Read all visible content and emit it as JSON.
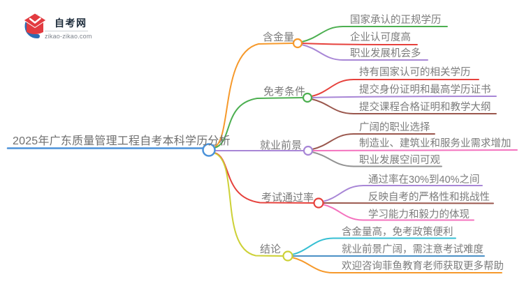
{
  "logo": {
    "title": "自考网",
    "url": "zikao-zikao.com",
    "icon": "graduation-cap-icon",
    "icon_blue": "#2a6db4",
    "icon_red": "#e23b40"
  },
  "root": {
    "label": "2025年广东质量管理工程自考本科学历分析",
    "color": "#4b92d9"
  },
  "branches": [
    {
      "label": "含金量",
      "color": "#f6992b",
      "children": [
        {
          "label": "国家承认的正规学历",
          "color": "#4caf50"
        },
        {
          "label": "企业认可度高",
          "color": "#e6413c"
        },
        {
          "label": "职业发展机会多",
          "color": "#a886d6"
        }
      ]
    },
    {
      "label": "免考条件",
      "color": "#4caf50",
      "children": [
        {
          "label": "持有国家认可的相关学历",
          "color": "#e6413c"
        },
        {
          "label": "提交身份证明和最高学历证书",
          "color": "#a886d6"
        },
        {
          "label": "提交课程合格证明和教学大纲",
          "color": "#9a574d"
        }
      ]
    },
    {
      "label": "就业前景",
      "color": "#a886d6",
      "children": [
        {
          "label": "广阔的职业选择",
          "color": "#9a574d"
        },
        {
          "label": "制造业、建筑业和服务业需求增加",
          "color": "#f472be"
        },
        {
          "label": "职业发展空间可观",
          "color": "#929292"
        }
      ]
    },
    {
      "label": "考试通过率",
      "color": "#e6413c",
      "children": [
        {
          "label": "通过率在30%到40%之间",
          "color": "#a886d6"
        },
        {
          "label": "反映自考的严格性和挑战性",
          "color": "#9a574d"
        },
        {
          "label": "学习能力和毅力的体现",
          "color": "#f472be"
        }
      ]
    },
    {
      "label": "结论",
      "color": "#cdd137",
      "children": [
        {
          "label": "含金量高，免考政策便利",
          "color": "#36bfd3"
        },
        {
          "label": "就业前景广阔，需注意考试难度",
          "color": "#4a90c6"
        },
        {
          "label": "欢迎咨询菲鱼教育老师获取更多帮助",
          "color": "#f6992b"
        }
      ]
    }
  ]
}
